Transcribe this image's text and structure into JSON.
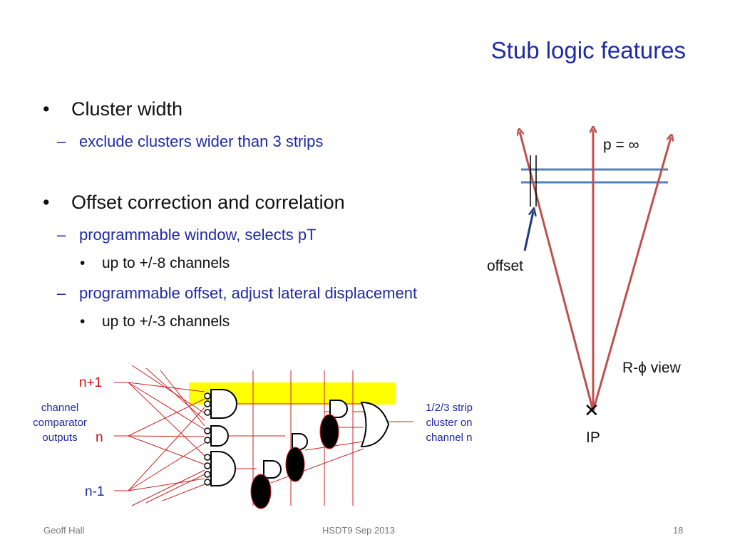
{
  "slide": {
    "title": "Stub logic features",
    "bullets": [
      {
        "level": 1,
        "text": "Cluster width"
      },
      {
        "level": 2,
        "text": "exclude clusters wider than 3 strips"
      },
      {
        "level": 1,
        "text": "Offset correction and correlation"
      },
      {
        "level": 2,
        "text": "programmable window, selects pT"
      },
      {
        "level": 3,
        "text": "up to +/-8 channels"
      },
      {
        "level": 2,
        "text": "programmable offset, adjust lateral displacement"
      },
      {
        "level": 3,
        "text": "up to +/-3 channels"
      }
    ],
    "bullet_marks": {
      "level1": "•",
      "level2": "–",
      "level3": "•"
    }
  },
  "track_diagram": {
    "label_p": "p = ∞",
    "label_offset": "offset",
    "label_view": "R-ϕ view",
    "label_ip": "IP",
    "marker_ip": "✕",
    "colors": {
      "track": "#c0504d",
      "sensor": "#4f81bd",
      "arrow": "#1f3c78"
    }
  },
  "logic_diagram": {
    "label_n_plus_1": "n+1",
    "label_n": "n",
    "label_n_minus_1": "n-1",
    "label_inputs": [
      "channel",
      "comparator",
      "outputs"
    ],
    "label_output": [
      "1/2/3 strip",
      "cluster on",
      "channel n"
    ],
    "colors": {
      "wire": "#cc2222",
      "highlight": "#ffff00",
      "gate": "#000000"
    }
  },
  "footer": {
    "author": "Geoff Hall",
    "event": "HSDT9 Sep 2013",
    "page": "18"
  }
}
